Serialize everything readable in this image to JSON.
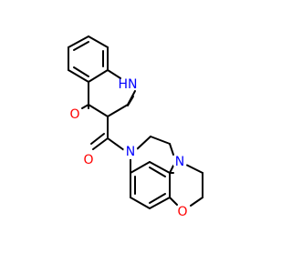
{
  "molecule": {
    "atoms": {
      "n1": {
        "symbol": "N",
        "hydrogen": "H",
        "color": "#0000ff"
      },
      "o_ketone": {
        "symbol": "O",
        "color": "#ff0000"
      },
      "o_carbonyl": {
        "symbol": "O",
        "color": "#ff0000"
      },
      "n_amide": {
        "symbol": "N",
        "color": "#0000ff"
      },
      "n_ring": {
        "symbol": "N",
        "color": "#0000ff"
      },
      "o_ether": {
        "symbol": "O",
        "color": "#ff0000"
      }
    },
    "bond_color": "#000000"
  }
}
